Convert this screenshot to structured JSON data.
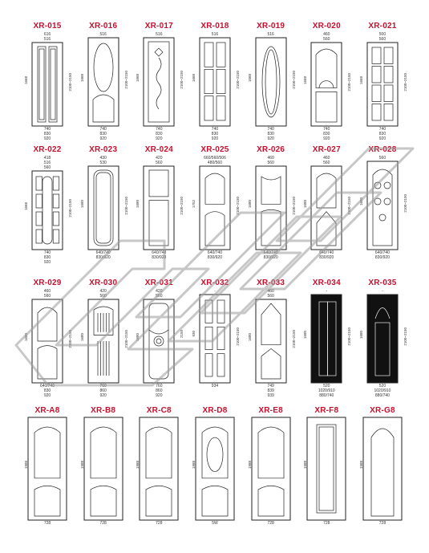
{
  "rows": [
    {
      "items": [
        {
          "code": "XR-015",
          "top": [
            "616",
            "516"
          ],
          "bottom": [
            "740",
            "830",
            "920"
          ],
          "left": "1668",
          "right": "2100~2150",
          "style": "two-long"
        },
        {
          "code": "XR-016",
          "top": [
            "516"
          ],
          "bottom": [
            "740",
            "830",
            "920"
          ],
          "left": "1668",
          "right": "2100~2150",
          "style": "oval-arch"
        },
        {
          "code": "XR-017",
          "top": [
            "516"
          ],
          "bottom": [
            "740",
            "830",
            "920"
          ],
          "left": "1668",
          "right": "2100~2150",
          "style": "wave"
        },
        {
          "code": "XR-018",
          "top": [
            "516"
          ],
          "bottom": [
            "740",
            "830",
            "920"
          ],
          "left": "1668",
          "right": "2100~2150",
          "style": "six-panel"
        },
        {
          "code": "XR-019",
          "top": [
            "516"
          ],
          "bottom": [
            "740",
            "830",
            "920"
          ],
          "left": "1668",
          "right": "2100~2150",
          "style": "oval"
        },
        {
          "code": "XR-020",
          "top": [
            "460",
            "560"
          ],
          "bottom": [
            "740",
            "830",
            "920"
          ],
          "left": "1668",
          "right": "2100~2150",
          "style": "arch-split"
        },
        {
          "code": "XR-021",
          "top": [
            "500",
            "560"
          ],
          "bottom": [
            "740",
            "830",
            "920"
          ],
          "left": "1668",
          "right": "2100~2150",
          "style": "twin-ladder"
        }
      ]
    },
    {
      "items": [
        {
          "code": "XR-022",
          "top": [
            "418",
            "516",
            "560"
          ],
          "bottom": [
            "740",
            "830",
            "920"
          ],
          "left": "1668",
          "right": "2100~2150",
          "style": "capsule"
        },
        {
          "code": "XR-023",
          "top": [
            "430",
            "530"
          ],
          "bottom": [
            "640/740",
            "830/920"
          ],
          "left": "1680",
          "right": "2100~2150",
          "style": "long-rounded"
        },
        {
          "code": "XR-024",
          "top": [
            "420",
            "560"
          ],
          "bottom": [
            "640/740",
            "830/920"
          ],
          "left": "1680",
          "right": "2100~2150",
          "style": "two-panel"
        },
        {
          "code": "XR-025",
          "top": [
            "660/560/506",
            "480/560"
          ],
          "bottom": [
            "640/740",
            "830/920"
          ],
          "left": "1752",
          "right": "2100~2150",
          "style": "arch-two"
        },
        {
          "code": "XR-026",
          "top": [
            "460",
            "560"
          ],
          "bottom": [
            "640/740",
            "830/920"
          ],
          "left": "1680",
          "right": "2100~2150",
          "style": "bump-two"
        },
        {
          "code": "XR-027",
          "top": [
            "460",
            "560"
          ],
          "bottom": [
            "640/740",
            "830/920"
          ],
          "left": "1680",
          "right": "2100~2150",
          "style": "diamond-split"
        },
        {
          "code": "XR-028",
          "top": [
            "560"
          ],
          "bottom": [
            "640/740",
            "830/920"
          ],
          "left": "1680",
          "right": "2100~2150",
          "style": "porthole"
        }
      ]
    },
    {
      "items": [
        {
          "code": "XR-029",
          "top": [
            "460",
            "560"
          ],
          "bottom": [
            "640/740",
            "830",
            "920"
          ],
          "left": "1680",
          "right": "2100~2150",
          "style": "fan"
        },
        {
          "code": "XR-030",
          "top": [
            "420",
            "560"
          ],
          "bottom": [
            "760",
            "860",
            "920"
          ],
          "left": "1680",
          "right": "2100~2150",
          "style": "fluted"
        },
        {
          "code": "XR-031",
          "top": [
            "420",
            "560"
          ],
          "bottom": [
            "760",
            "860",
            "920"
          ],
          "left": "1680",
          "right": "2150",
          "style": "medallion"
        },
        {
          "code": "XR-032",
          "top": [
            "-"
          ],
          "bottom": [
            "934"
          ],
          "left": "930",
          "right": "2100~2150",
          "style": "grid-six"
        },
        {
          "code": "XR-033",
          "top": [
            "460",
            "560"
          ],
          "bottom": [
            "749",
            "839",
            "939"
          ],
          "left": "1680",
          "right": "2100~2150",
          "style": "gothic"
        },
        {
          "code": "XR-034",
          "top": [
            "-"
          ],
          "bottom": [
            "520",
            "1020/910",
            "880/740"
          ],
          "left": "1680",
          "right": "2100~2150",
          "style": "dark-twin"
        },
        {
          "code": "XR-035",
          "top": [
            "-"
          ],
          "bottom": [
            "520",
            "1020/910",
            "880/740"
          ],
          "left": "1680",
          "right": "2100~2150",
          "style": "dark-crest"
        }
      ]
    },
    {
      "items": [
        {
          "code": "XR-A8",
          "top": [],
          "bottom": [
            "728"
          ],
          "left": "1988",
          "right": "",
          "style": "a8"
        },
        {
          "code": "XR-B8",
          "top": [],
          "bottom": [
            "728"
          ],
          "left": "1988",
          "right": "",
          "style": "b8"
        },
        {
          "code": "XR-C8",
          "top": [],
          "bottom": [
            "728"
          ],
          "left": "1988",
          "right": "",
          "style": "c8"
        },
        {
          "code": "XR-D8",
          "top": [],
          "bottom": [
            "5W"
          ],
          "left": "1988",
          "right": "",
          "style": "d8"
        },
        {
          "code": "XR-E8",
          "top": [],
          "bottom": [
            "728"
          ],
          "left": "1988",
          "right": "",
          "style": "e8"
        },
        {
          "code": "XR-F8",
          "top": [],
          "bottom": [
            "728"
          ],
          "left": "1988",
          "right": "",
          "style": "f8"
        },
        {
          "code": "XR-G8",
          "top": [],
          "bottom": [
            "728"
          ],
          "left": "1988",
          "right": "",
          "style": "g8"
        }
      ]
    }
  ],
  "colors": {
    "code_red": "#c8102e",
    "line": "#222222",
    "watermark": "#9a9a9a"
  },
  "watermark": {
    "icon": "diagonal-block-letters-watermark"
  }
}
